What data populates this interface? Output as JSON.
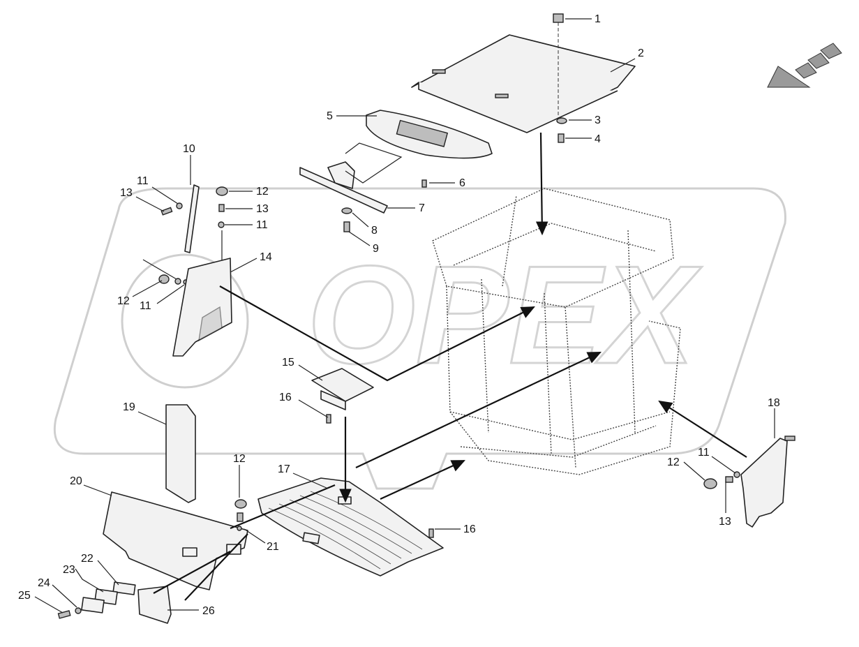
{
  "diagram": {
    "watermark_text": "OPEX",
    "callouts": [
      "1",
      "2",
      "3",
      "4",
      "5",
      "6",
      "7",
      "8",
      "9",
      "10",
      "11",
      "12",
      "13",
      "11",
      "13",
      "14",
      "12",
      "11",
      "15",
      "16",
      "17",
      "16",
      "18",
      "12",
      "11",
      "13",
      "19",
      "12",
      "20",
      "21",
      "22",
      "23",
      "24",
      "25",
      "26"
    ],
    "part_colors": {
      "fill": "#f2f2f2",
      "outline": "#222222",
      "watermark": "#cfcfcf"
    },
    "direction_icon": "front-direction-arrow-icon"
  }
}
